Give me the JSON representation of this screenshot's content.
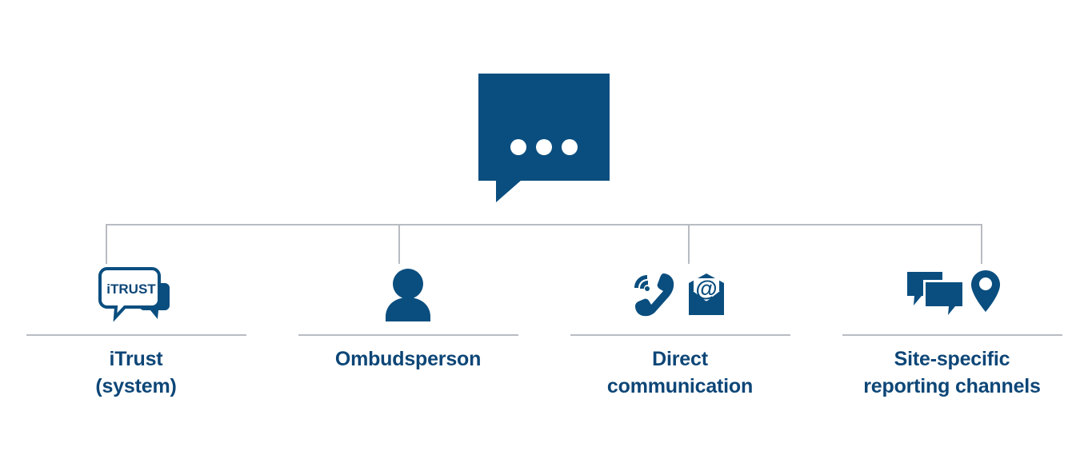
{
  "colors": {
    "brand_blue": "#0a4e7f",
    "label_blue": "#0d4677",
    "line_gray": "#b8bcc2",
    "background": "#ffffff"
  },
  "root": {
    "icon": "speech-bubble-ellipsis-icon",
    "dots": [
      "dot",
      "dot",
      "dot"
    ]
  },
  "branches": [
    {
      "id": "itrust",
      "icon": "itrust-chat-bubbles-icon",
      "icon_text": "iTRUST",
      "label": "iTrust\n(system)"
    },
    {
      "id": "ombudsperson",
      "icon": "person-silhouette-icon",
      "icon_text": "",
      "label": "Ombudsperson"
    },
    {
      "id": "direct-communication",
      "icon": "phone-and-email-icon",
      "icon_text": "@",
      "label": "Direct\ncommunication"
    },
    {
      "id": "site-specific",
      "icon": "chat-bubbles-map-pin-icon",
      "icon_text": "",
      "label": "Site-specific\nreporting channels"
    }
  ]
}
